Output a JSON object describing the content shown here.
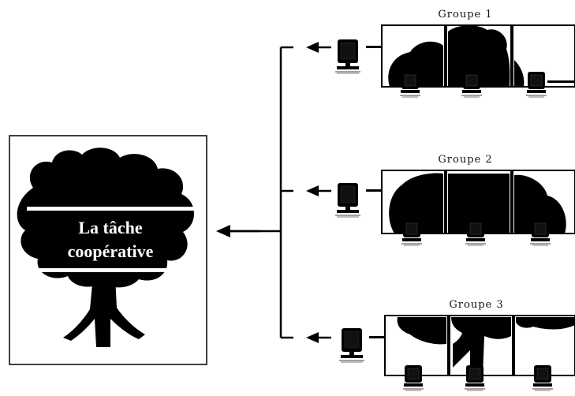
{
  "main_box": {
    "title_line1": "La tâche",
    "title_line2": "coopérative"
  },
  "groups": [
    {
      "label": "Groupe 1"
    },
    {
      "label": "Groupe 2"
    },
    {
      "label": "Groupe 3"
    }
  ],
  "colors": {
    "ink": "#000000",
    "paper": "#ffffff"
  },
  "icons": [
    "tree-icon",
    "computer-icon",
    "arrow-icon"
  ]
}
